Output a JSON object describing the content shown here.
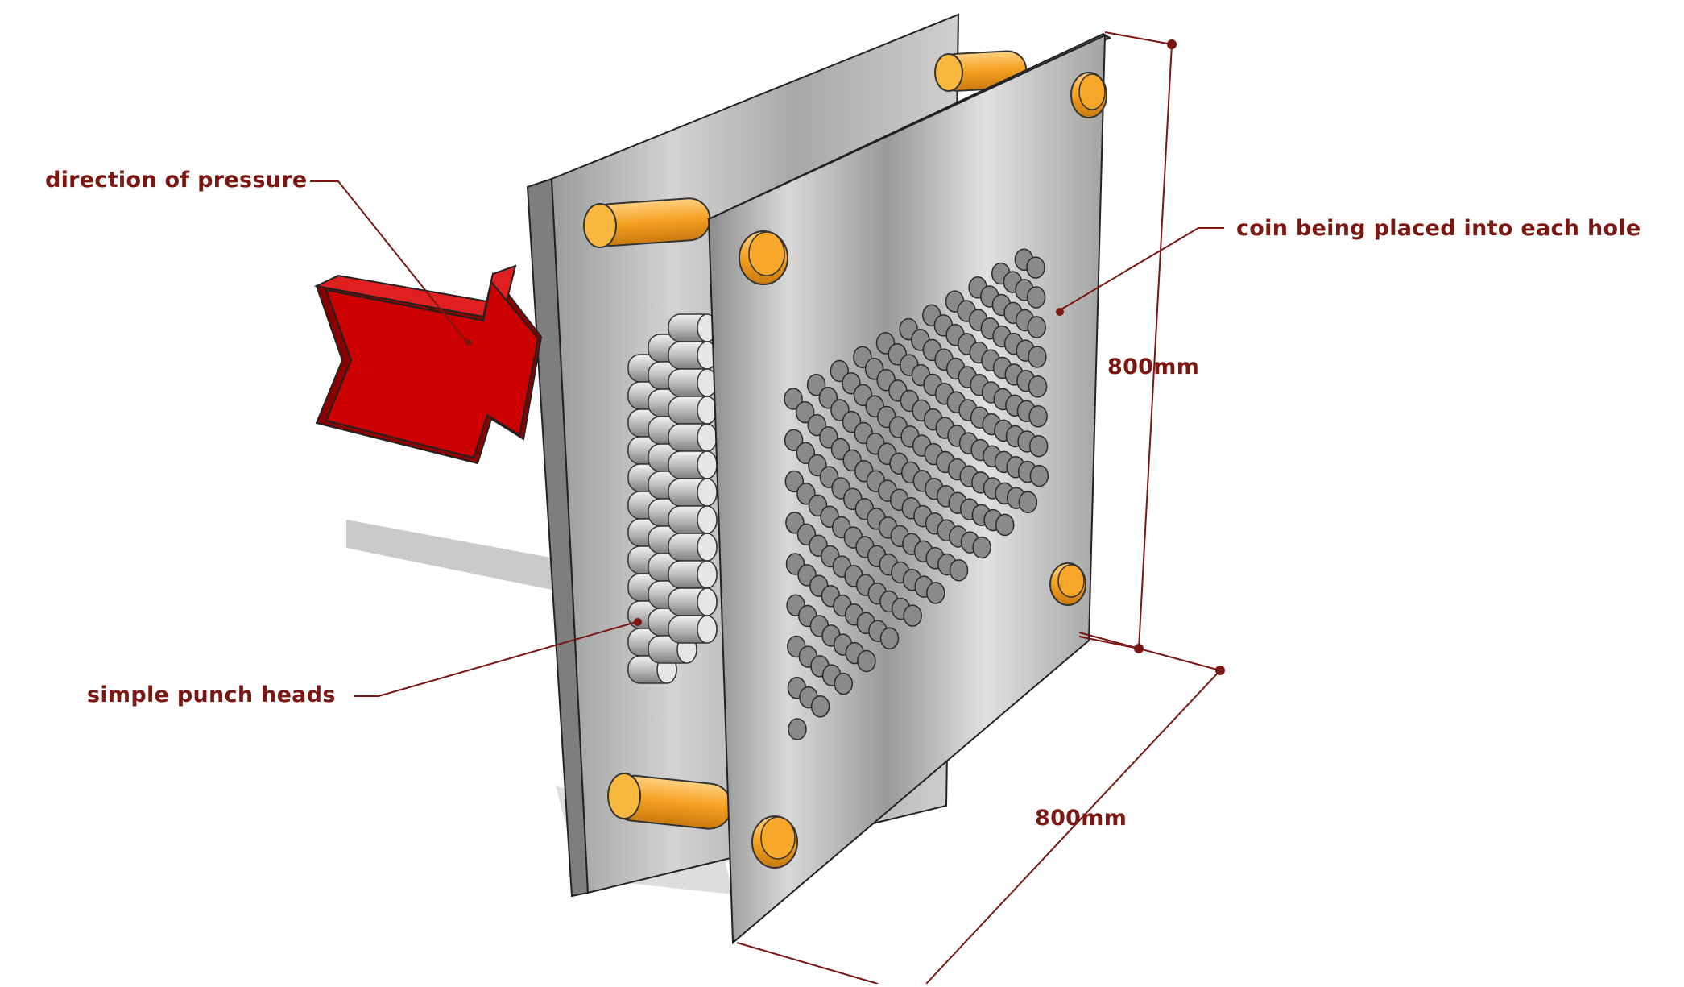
{
  "diagram": {
    "labels": {
      "pressure": "direction of pressure",
      "coin": "coin being placed into each hole",
      "punch": "simple punch heads",
      "height": "800mm",
      "width": "800mm"
    },
    "colors": {
      "annotation": "#7a1712",
      "arrow": "#cc0000",
      "pins": "#f5a020",
      "plate": "#a9a9a9"
    }
  }
}
